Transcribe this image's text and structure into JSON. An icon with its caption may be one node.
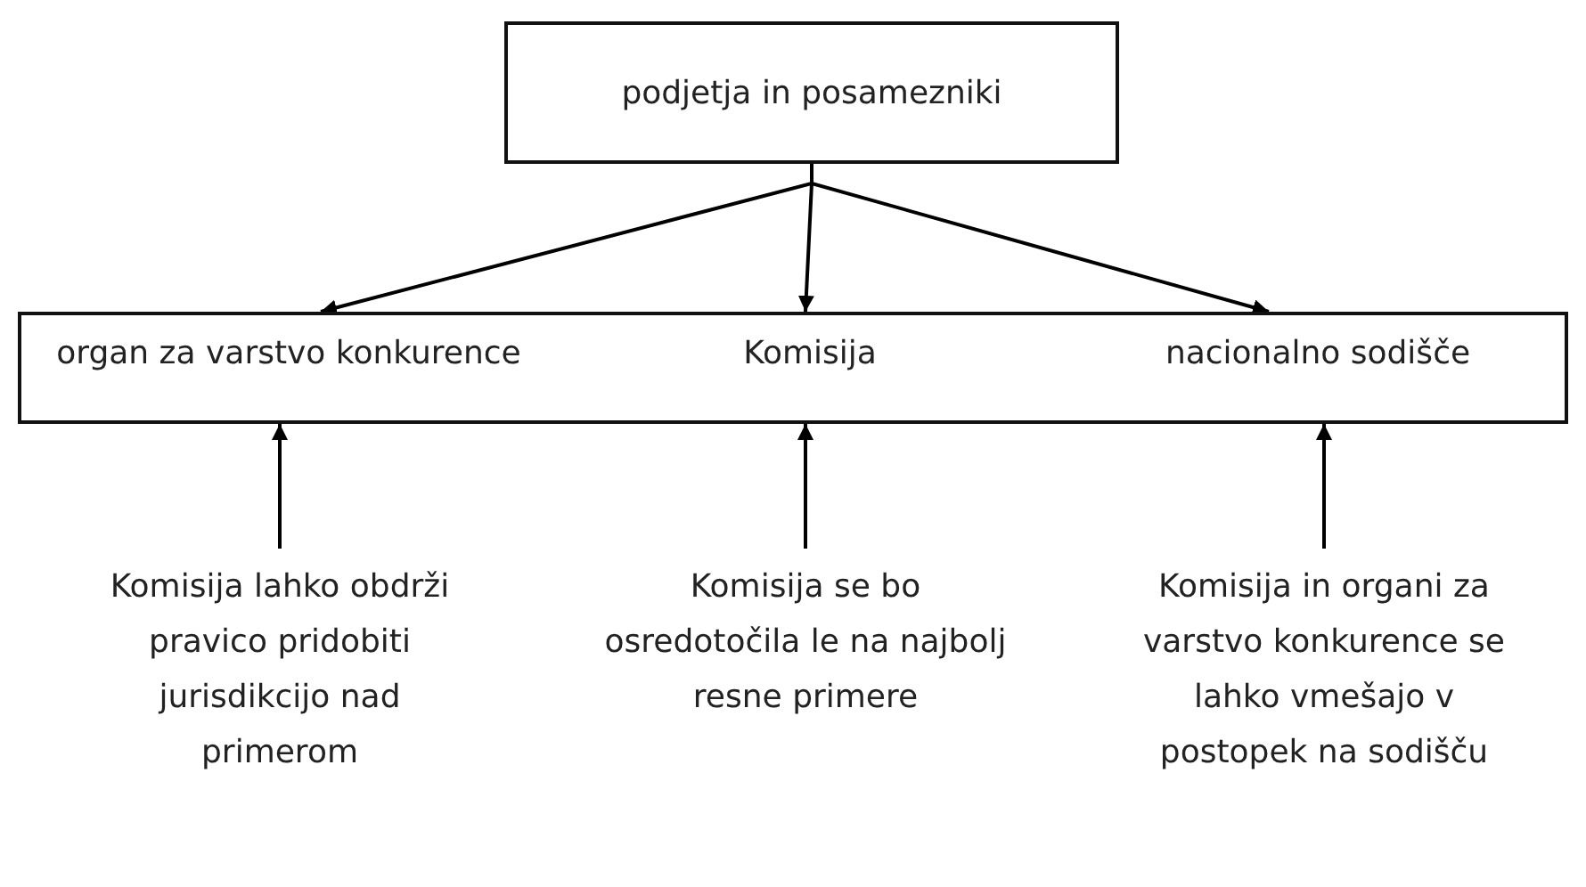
{
  "diagram": {
    "nodes": [
      {
        "text": [
          "podjetja in posamezniki"
        ]
      },
      {
        "text": [],
        "shape": "box"
      },
      {
        "text": [
          "organ za varstvo konkurence"
        ],
        "in": 1
      },
      {
        "text": [
          "Komisija"
        ],
        "in": 1
      },
      {
        "text": [
          "nacionalno sodišče"
        ],
        "in": 1
      },
      {
        "text": [
          "Komisija lahko obdrži pravico pridobiti jurisdikcijo nad primerom"
        ]
      },
      {
        "text": [
          "Komisija se bo osredotočila le na najbolj resne primere"
        ]
      },
      {
        "text": [
          "Komisija in organi za varstvo konkurence se lahko vmešajo v postopek na sodišču"
        ]
      }
    ],
    "edges": [
      {
        "from": 0,
        "to": 2,
        "arrow": "to"
      },
      {
        "from": 0,
        "to": 3,
        "arrow": "to"
      },
      {
        "from": 0,
        "to": 4,
        "arrow": "to"
      },
      {
        "from": 5,
        "to": 2,
        "arrow": "to"
      },
      {
        "from": 6,
        "to": 3,
        "arrow": "to"
      },
      {
        "from": 7,
        "to": 4,
        "arrow": "to"
      }
    ]
  }
}
